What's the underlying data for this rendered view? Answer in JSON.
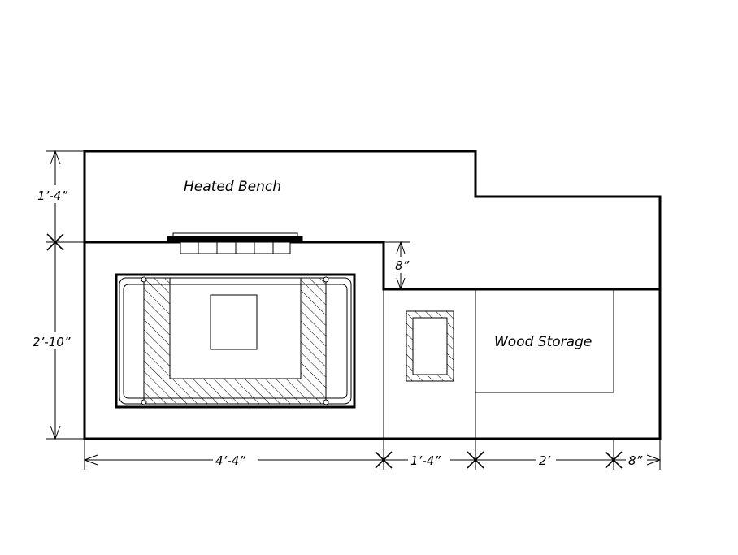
{
  "labels": {
    "heated_bench": "Heated Bench",
    "wood_storage": "Wood Storage"
  },
  "dimensions": {
    "height_top": "1’-4”",
    "height_bottom": "2’-10”",
    "step": "8”",
    "width_1": "4’-4”",
    "width_2": "1’-4”",
    "width_3": "2’",
    "width_4": "8”"
  },
  "colors": {
    "line": "#000000",
    "background": "#ffffff"
  }
}
